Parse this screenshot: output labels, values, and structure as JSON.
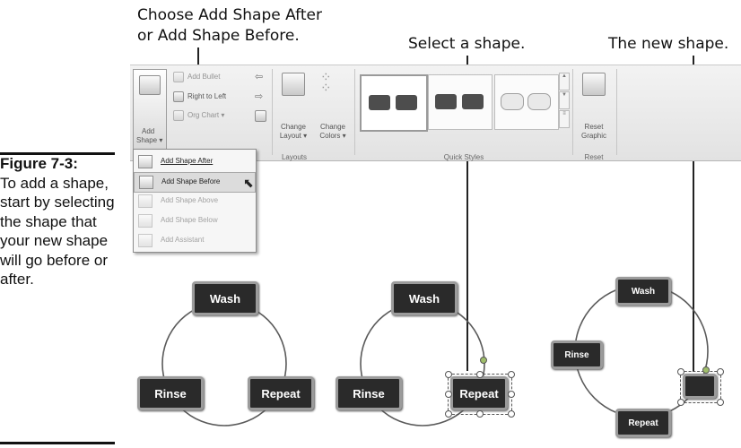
{
  "callouts": {
    "choose_line1": "Choose Add Shape After",
    "choose_line2": "or Add Shape Before.",
    "select": "Select a shape.",
    "new_shape": "The new shape."
  },
  "figure": {
    "number": "Figure 7-3:",
    "caption": "To add a shape, start by selecting the shape that your new shape will go before or after."
  },
  "ribbon": {
    "add_shape_line1": "Add",
    "add_shape_line2": "Shape ▾",
    "add_bullet": "Add Bullet",
    "right_to_left": "Right to Left",
    "org_chart": "Org Chart ▾",
    "change_layout": "Change Layout ▾",
    "change_colors": "Change Colors ▾",
    "reset_graphic": "Reset Graphic",
    "groups": {
      "layouts": "Layouts",
      "quick_styles": "Quick Styles",
      "reset": "Reset"
    }
  },
  "menu": {
    "items": [
      {
        "label": "Add Shape After",
        "enabled": true
      },
      {
        "label": "Add Shape Before",
        "enabled": true,
        "highlighted": true
      },
      {
        "label": "Add Shape Above",
        "enabled": false
      },
      {
        "label": "Add Shape Below",
        "enabled": false
      },
      {
        "label": "Add Assistant",
        "enabled": false
      }
    ]
  },
  "diagrams": {
    "first": [
      "Wash",
      "Rinse",
      "Repeat"
    ],
    "second": [
      "Wash",
      "Rinse",
      "Repeat"
    ],
    "third": [
      "Wash",
      "Rinse",
      "Repeat",
      ""
    ]
  }
}
